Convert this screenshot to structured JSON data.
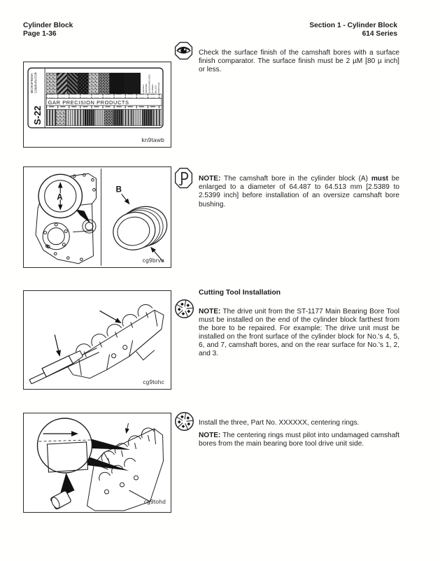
{
  "header": {
    "left_title": "Cylinder Block",
    "left_subtitle": "Page 1-36",
    "right_title": "Section 1 - Cylinder Block",
    "right_subtitle": "614 Series"
  },
  "comparator": {
    "model": "S-22",
    "label_line1": "MICROFINISH",
    "label_line2": "COMPARATOR",
    "brand": "GAR PRECISION PRODUCTS",
    "finish_labels": [
      "LAPPED",
      "GROUND",
      "BLANCHARD GRD",
      "TURNED",
      "MILLED",
      "PROFILED"
    ]
  },
  "figures": {
    "fig1_caption": "kn9tawb",
    "fig2_caption": "cg9brva",
    "fig2_label_a": "A",
    "fig2_label_b": "B",
    "fig3_caption": "cg9tohc",
    "fig4_caption": "cg9tohd"
  },
  "sections": {
    "s1": {
      "text": "Check the surface finish of the camshaft bores with a surface finish comparator. The surface finish must be 2 µM [80 µ inch] or less."
    },
    "s2": {
      "note_label": "NOTE:",
      "text_before": " The camshaft bore in the cylinder block (A) ",
      "bold_word": "must",
      "text_after": " be enlarged to a diameter of 64.487 to 64.513 mm [2.5389 to 2.5399 inch] before installation of an oversize camshaft bore bushing."
    },
    "s3": {
      "heading": "Cutting Tool Installation",
      "note_label": "NOTE:",
      "text": " The drive unit from the ST-1177 Main Bearing Bore Tool must be installed on the end of the cylinder block farthest from the bore to be repaired. For example: The drive unit must be installed on the front surface of the cylinder block for No.'s 4, 5, 6, and 7, camshaft bores, and on the rear surface for No.'s 1, 2, and 3."
    },
    "s4": {
      "text": "Install the three, Part No. XXXXXX, centering rings.",
      "note_label": "NOTE:",
      "note_text": " The centering rings must pilot into undamaged camshaft bores from the main bearing bore tool drive unit side."
    }
  }
}
